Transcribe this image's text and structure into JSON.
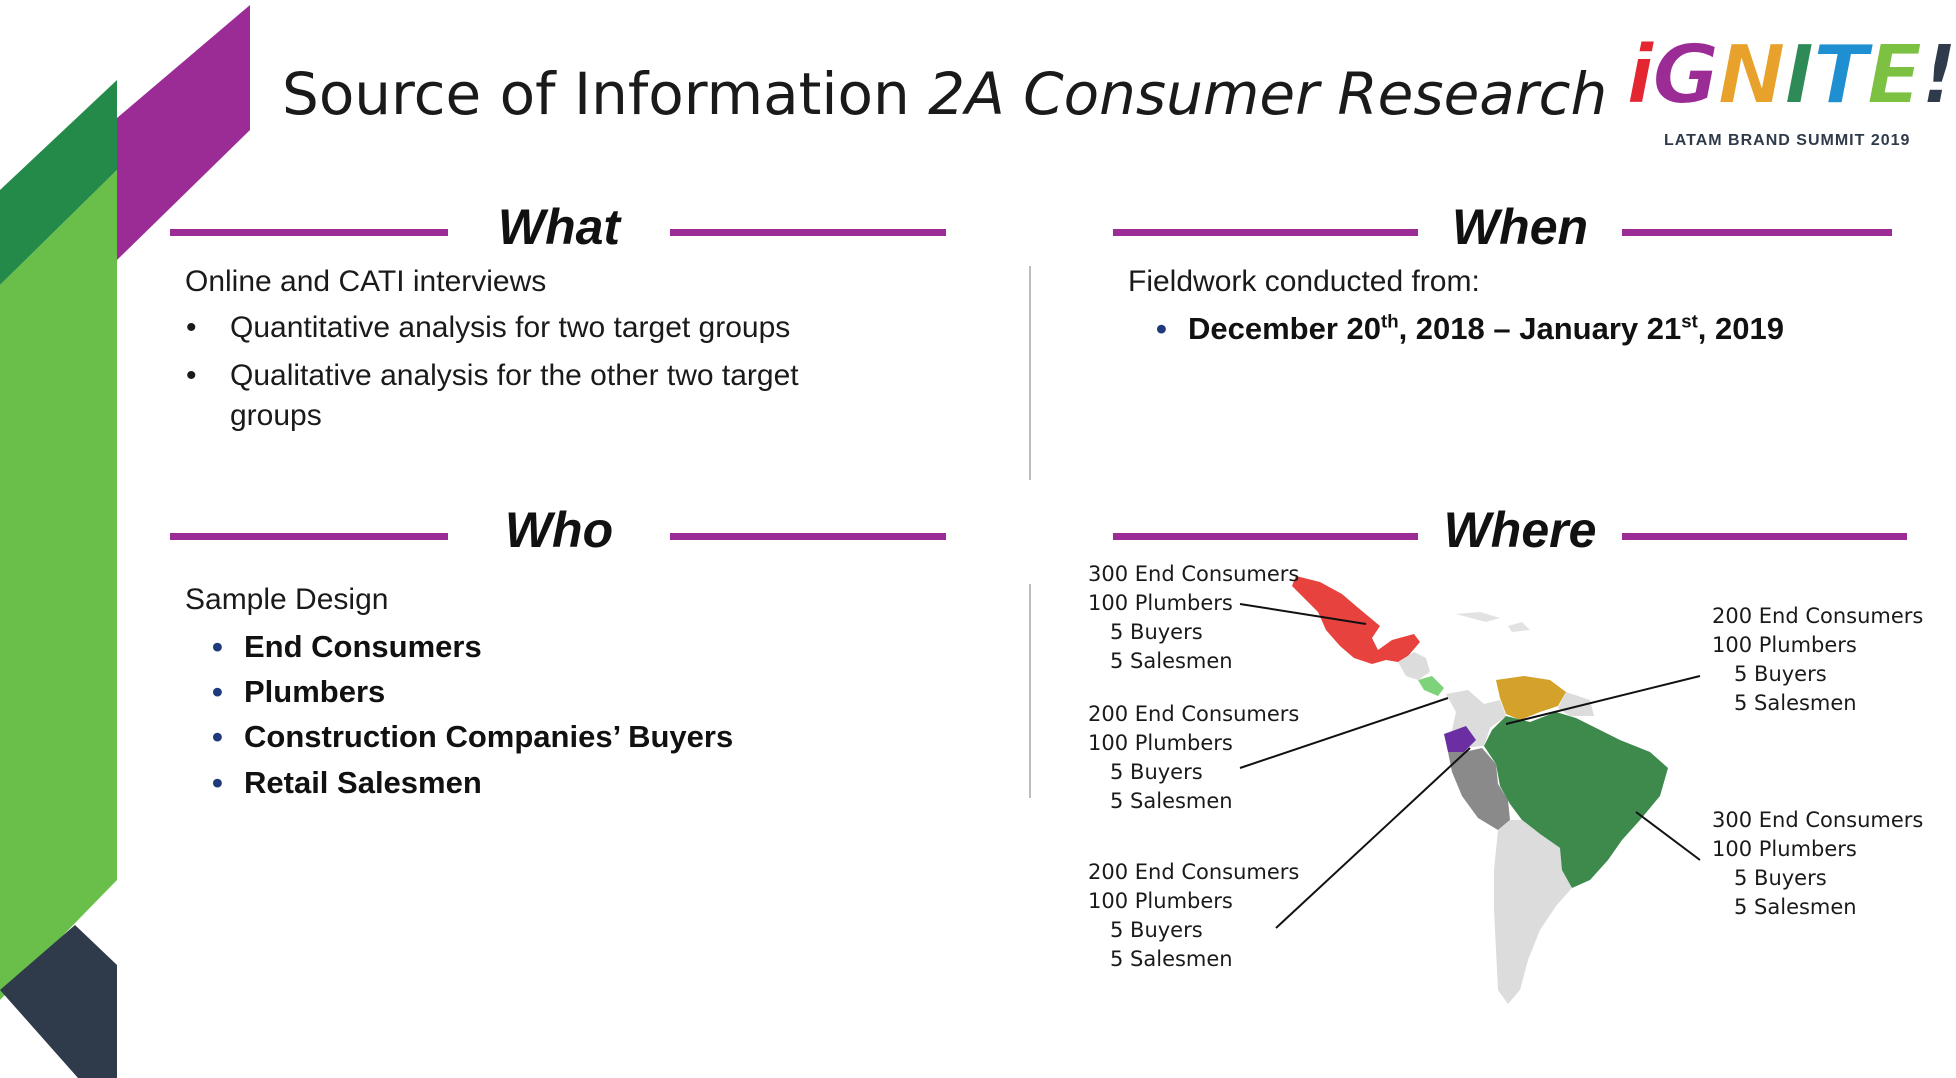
{
  "slide": {
    "title_main": "Source of Information",
    "title_italic": "2A Consumer Research"
  },
  "logo": {
    "word_letters": [
      "i",
      "G",
      "N",
      "I",
      "T",
      "E",
      "!"
    ],
    "word_colors": [
      "#e3262f",
      "#9b2c96",
      "#e8a22b",
      "#2e8b57",
      "#1e8fd1",
      "#7dc143",
      "#2f3b4a"
    ],
    "subtitle": "LATAM BRAND SUMMIT 2019"
  },
  "what": {
    "heading": "What",
    "intro": "Online and CATI interviews",
    "bullets": [
      "Quantitative analysis for two target groups",
      "Qualitative analysis for the other two target groups"
    ]
  },
  "when": {
    "heading": "When",
    "intro": "Fieldwork conducted from:",
    "date_part1": "December 20",
    "date_sup1": "th",
    "date_part2": ", 2018 – January 21",
    "date_sup2": "st",
    "date_part3": ", 2019"
  },
  "who": {
    "heading": "Who",
    "intro": "Sample Design",
    "bullets": [
      "End Consumers",
      "Plumbers",
      "Construction Companies’ Buyers",
      "Retail Salesmen"
    ]
  },
  "where": {
    "heading": "Where",
    "labels": {
      "mexico": [
        "300 End Consumers",
        "100 Plumbers",
        "5 Buyers",
        "5 Salesmen"
      ],
      "central_america": [
        "200 End Consumers",
        "100 Plumbers",
        "5 Buyers",
        "5 Salesmen"
      ],
      "ecuador": [
        "200 End Consumers",
        "100 Plumbers",
        "5 Buyers",
        "5 Salesmen"
      ],
      "venezuela": [
        "200 End Consumers",
        "100 Plumbers",
        "5 Buyers",
        "5 Salesmen"
      ],
      "brazil": [
        "300 End Consumers",
        "100 Plumbers",
        "5 Buyers",
        "5 Salesmen"
      ]
    },
    "colors": {
      "mexico": "#e8423f",
      "central_america": "#7ed37a",
      "ecuador": "#6b2fa3",
      "venezuela": "#d4a22a",
      "brazil": "#3d8a4c",
      "peru": "#8a8a8a",
      "other": "#dcdcdc"
    }
  },
  "colors": {
    "accent_line": "#9b2c96",
    "bullet_navy": "#1f3a7a",
    "decor_light_green": "#6abf4b",
    "decor_dark_green": "#238a4a",
    "decor_purple": "#9b2c96",
    "decor_dark": "#2f3b4a"
  }
}
